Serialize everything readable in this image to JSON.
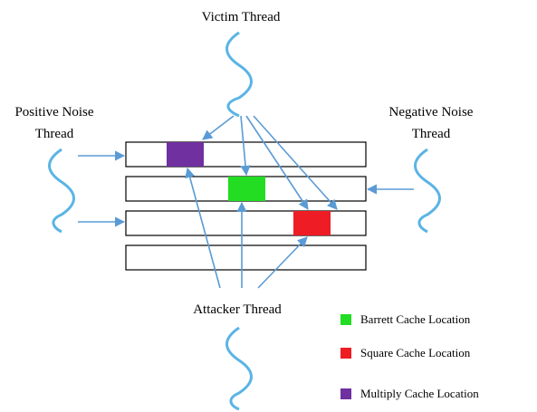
{
  "threads": {
    "victim": "Victim Thread",
    "positive_noise_line1": "Positive Noise",
    "positive_noise_line2": "Thread",
    "negative_noise_line1": "Negative Noise",
    "negative_noise_line2": "Thread",
    "attacker": "Attacker Thread"
  },
  "legend": {
    "barrett": "Barrett Cache Location",
    "square": "Square Cache Location",
    "multiply": "Multiply Cache Location"
  },
  "colors": {
    "wave": "#5ab4e5",
    "arrow": "#5b9bd5",
    "row_stroke": "#000000",
    "barrett": "#22dd22",
    "square": "#ee1c24",
    "multiply": "#7030a0"
  },
  "icons": {
    "thread": "wavy-line-icon",
    "link": "arrow-icon"
  }
}
